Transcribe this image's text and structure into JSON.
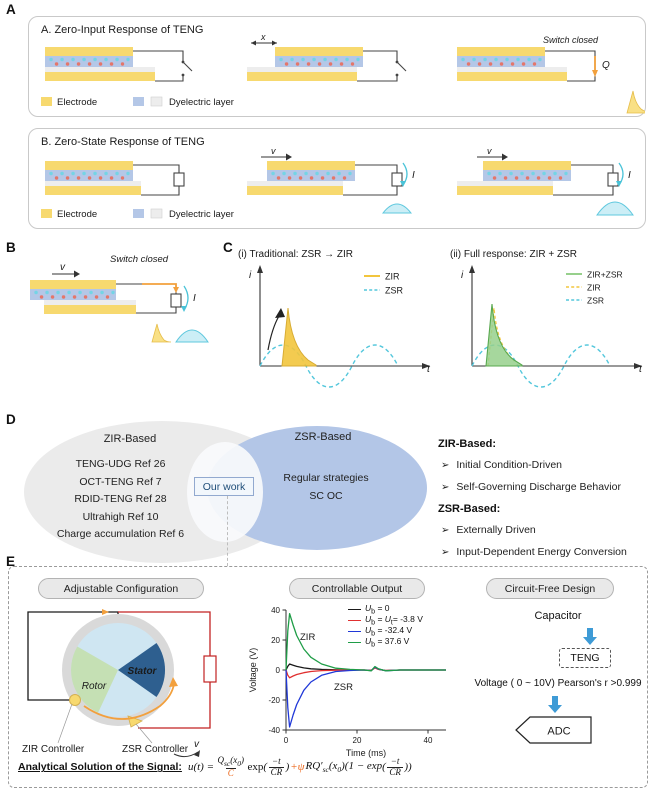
{
  "figure": {
    "panel_labels": {
      "a": "A",
      "b": "B",
      "c": "C",
      "d": "D",
      "e": "E"
    }
  },
  "panel_a": {
    "box1": {
      "title": "A. Zero-Input Response of TENG",
      "x_label": "x",
      "switch_label": "Switch closed",
      "q_label": "Q",
      "legend": {
        "electrode": "Electrode",
        "dielectric": "Dyelectric layer"
      }
    },
    "box2": {
      "title": "B. Zero-State Response of TENG",
      "v_label": "v",
      "i_label": "I",
      "legend": {
        "electrode": "Electrode",
        "dielectric": "Dyelectric layer"
      }
    }
  },
  "panel_b": {
    "switch_label": "Switch closed",
    "v_label": "v",
    "i_label": "I"
  },
  "panel_d": {
    "left": {
      "title": "ZIR-Based",
      "items": [
        "TENG-UDG Ref 26",
        "OCT-TENG Ref 7",
        "RDID-TENG Ref 28",
        "Ultrahigh Ref 10",
        "Charge accumulation Ref 6"
      ]
    },
    "right": {
      "title": "ZSR-Based",
      "items": [
        "Regular strategies",
        "SC OC"
      ]
    },
    "intersection_label": "Our work",
    "notes": {
      "zir_title": "ZIR-Based:",
      "zir_items": [
        "Initial Condition-Driven",
        "Self-Governing Discharge Behavior"
      ],
      "zsr_title": "ZSR-Based:",
      "zsr_items": [
        "Externally Driven",
        "Input-Dependent Energy Conversion"
      ]
    }
  },
  "panel_e": {
    "headers": [
      "Adjustable Configuration",
      "Controllable Output",
      "Circuit-Free Design"
    ],
    "rotor_diagram": {
      "stator": "Stator",
      "rotor": "Rotor",
      "zir_controller": "ZIR Controller",
      "zsr_controller": "ZSR Controller",
      "v_label": "v"
    },
    "legend_html": [
      "<i>U</i><sub>b</sub> = 0",
      "<i>U</i><sub>b</sub> = <i>U</i><sub>t</sub>= -3.8 V",
      "<i>U</i><sub>b</sub> = -32.4 V",
      "<i>U</i><sub>b</sub> = 37.6 V"
    ],
    "flow": {
      "capacitor": "Capacitor",
      "teng": "TENG",
      "voltage_note": "Voltage ( 0 ~ 10V) Pearson's r >0.999",
      "adc": "ADC"
    },
    "formula": {
      "label": "Analytical Solution of the Signal:",
      "lhs_html": "u(t) = ",
      "frac1_num_html": "Q<sub>sc</sub>(x<sub>0</sub>)",
      "frac1_den": "C",
      "exp": "exp",
      "open_paren": "(",
      "close_paren": ")",
      "frac2_num": "−t",
      "frac2_den": "CR",
      "plus_psi": "+ψ",
      "term2_html": "RQ′<sub>sc</sub>(x<sub>0</sub>)(1 − exp",
      "frac3_num": "−t",
      "frac3_den": "CR",
      "close2": "))"
    }
  },
  "colors": {
    "electrode_yellow": "#f7d96f",
    "dielectric_blue": "#b4c7e7",
    "dielectric_gray": "#ededed",
    "charge_red": "#e4766b",
    "charge_cyan": "#74d4e6",
    "zsr_cyan": "#49c3d8",
    "accent_orange": "#f2a03d",
    "formula_accent": "#ed6a1f",
    "flow_blue": "#3e9bd6",
    "venn_gray": "#ebebeb",
    "venn_blue": "#b3c6e7",
    "stator_blue": "#2e5f8f",
    "rotor_green": "#c5e0b4"
  },
  "chart_data": [
    {
      "id": "traditional-response-sketch",
      "type": "line",
      "title": "(i) Traditional: ZSR → ZIR",
      "xlabel": "t",
      "ylabel": "i",
      "legend_position": "top-right",
      "axes_numeric": false,
      "series": [
        {
          "name": "ZIR",
          "color": "#f2c53d",
          "style": "solid-filled",
          "shape": "sharp exponential discharge spike just after switch closes"
        },
        {
          "name": "ZSR",
          "color": "#54c7dc",
          "style": "dashed",
          "shape": "low-amplitude sinusoid around the t axis"
        }
      ]
    },
    {
      "id": "full-response-sketch",
      "type": "line",
      "title": "(ii) Full response: ZIR + ZSR",
      "xlabel": "t",
      "ylabel": "i",
      "legend_position": "top-right",
      "axes_numeric": false,
      "series": [
        {
          "name": "ZIR+ZSR",
          "color": "#97d08c",
          "style": "solid-filled",
          "shape": "sharp spike equal to sum of ZIR and ZSR"
        },
        {
          "name": "ZIR",
          "color": "#f2c53d",
          "style": "dashed",
          "shape": "sharp spike"
        },
        {
          "name": "ZSR",
          "color": "#54c7dc",
          "style": "dashed",
          "shape": "low-amplitude sinusoid"
        }
      ]
    },
    {
      "id": "controllable-output",
      "type": "line",
      "title": "Controllable Output",
      "xlabel": "Time (ms)",
      "ylabel": "Voltage (V)",
      "xlim": [
        0,
        45
      ],
      "ylim": [
        -40,
        40
      ],
      "x_ticks": [
        0,
        20,
        40
      ],
      "y_ticks": [
        -40,
        -20,
        0,
        20,
        40
      ],
      "annotations": [
        "ZIR",
        "ZSR"
      ],
      "x": [
        0,
        0.5,
        1,
        2,
        3,
        5,
        7,
        10,
        14,
        18,
        22,
        24,
        25,
        26,
        28,
        32,
        38,
        45
      ],
      "series": [
        {
          "name": "U_b = 0",
          "color": "#1a1a1a",
          "values": [
            0,
            2.5,
            4,
            3.2,
            2.4,
            1.4,
            0.8,
            0.4,
            0.1,
            0,
            0,
            -0.2,
            1.6,
            0.5,
            -0.3,
            0,
            0,
            0
          ]
        },
        {
          "name": "U_b = U_t = -3.8 V",
          "color": "#e03030",
          "values": [
            0,
            -3.5,
            -5.2,
            -4,
            -3,
            -1.8,
            -1,
            -0.4,
            -0.1,
            0,
            0,
            -0.2,
            1.4,
            0.4,
            -0.3,
            0,
            0,
            0
          ]
        },
        {
          "name": "U_b = -32.4 V",
          "color": "#2038d8",
          "values": [
            0,
            -25,
            -38,
            -30,
            -23,
            -13.5,
            -8,
            -3.5,
            -1,
            -0.3,
            0,
            -0.4,
            2,
            0.7,
            -0.5,
            0,
            0,
            0
          ]
        },
        {
          "name": "U_b = 37.6 V",
          "color": "#1f9d47",
          "values": [
            0,
            26,
            37.6,
            30,
            23,
            14,
            8.5,
            4,
            1.2,
            0.4,
            0,
            -0.5,
            2.3,
            0.8,
            -0.5,
            0,
            0,
            0
          ]
        }
      ]
    }
  ]
}
